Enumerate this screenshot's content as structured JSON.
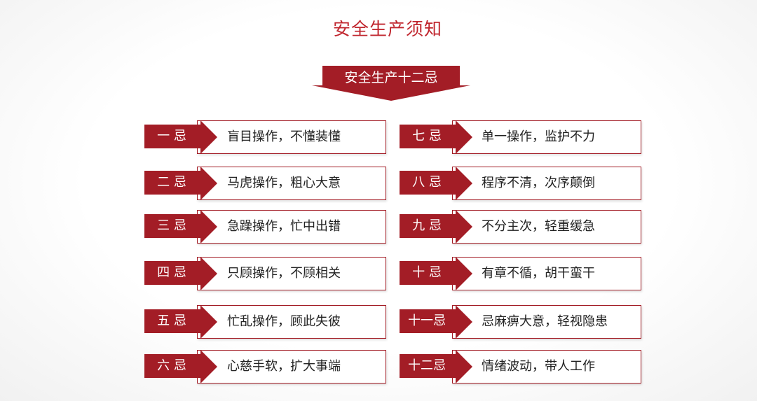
{
  "title": "安全生产须知",
  "banner": "安全生产十二忌",
  "colors": {
    "accent": "#a31d26",
    "title": "#c0262e"
  },
  "rules": [
    {
      "tag": "一 忌",
      "text": "盲目操作，不懂装懂"
    },
    {
      "tag": "二 忌",
      "text": "马虎操作，粗心大意"
    },
    {
      "tag": "三 忌",
      "text": "急躁操作，忙中出错"
    },
    {
      "tag": "四 忌",
      "text": "只顾操作，不顾相关"
    },
    {
      "tag": "五 忌",
      "text": "忙乱操作，顾此失彼"
    },
    {
      "tag": "六 忌",
      "text": "心慈手软，扩大事端"
    },
    {
      "tag": "七 忌",
      "text": "单一操作，监护不力"
    },
    {
      "tag": "八 忌",
      "text": "程序不清，次序颠倒"
    },
    {
      "tag": "九 忌",
      "text": "不分主次，轻重缓急"
    },
    {
      "tag": "十 忌",
      "text": "有章不循，胡干蛮干"
    },
    {
      "tag": "十一忌",
      "text": "忌麻痹大意，轻视隐患"
    },
    {
      "tag": "十二忌",
      "text": "情绪波动，带人工作"
    }
  ]
}
